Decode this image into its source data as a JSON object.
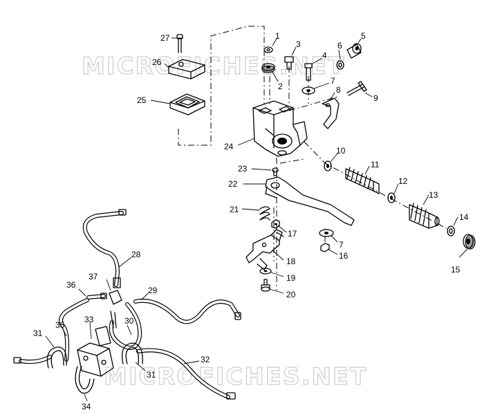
{
  "watermark": {
    "top": "MICROFICHES.NET",
    "bottom": "MICROFICHES.NET"
  },
  "callouts": [
    "1",
    "2",
    "3",
    "4",
    "5",
    "6",
    "7",
    "8",
    "9",
    "10",
    "11",
    "12",
    "13",
    "14",
    "15",
    "16",
    "17",
    "18",
    "19",
    "20",
    "21",
    "22",
    "23",
    "24",
    "25",
    "26",
    "27",
    "28",
    "29",
    "30",
    "31",
    "31",
    "32",
    "33",
    "34",
    "35",
    "36",
    "37",
    "7"
  ]
}
